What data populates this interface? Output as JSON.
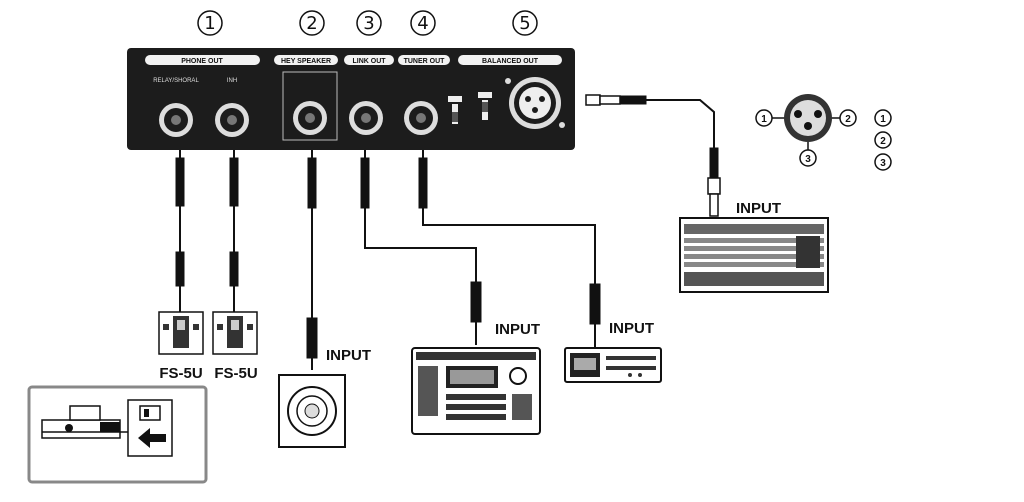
{
  "callouts": [
    "1",
    "2",
    "3",
    "4",
    "5"
  ],
  "panel": {
    "section_labels": [
      "PHONE OUT",
      "HEY SPEAKER",
      "LINK OUT",
      "TUNER OUT",
      "BALANCED OUT"
    ],
    "jack_labels": [
      "RELAY/SHORAL",
      "INH"
    ]
  },
  "pinout": {
    "pins": [
      "1",
      "2",
      "3"
    ],
    "legend": [
      "1",
      "2",
      "3"
    ]
  },
  "footswitches": [
    "FS-5U",
    "FS-5U"
  ],
  "input_labels": [
    "INPUT",
    "INPUT",
    "INPUT",
    "INPUT"
  ],
  "colors": {
    "panel": "#1c1c1c",
    "line": "#111111",
    "frame": "#888888"
  }
}
